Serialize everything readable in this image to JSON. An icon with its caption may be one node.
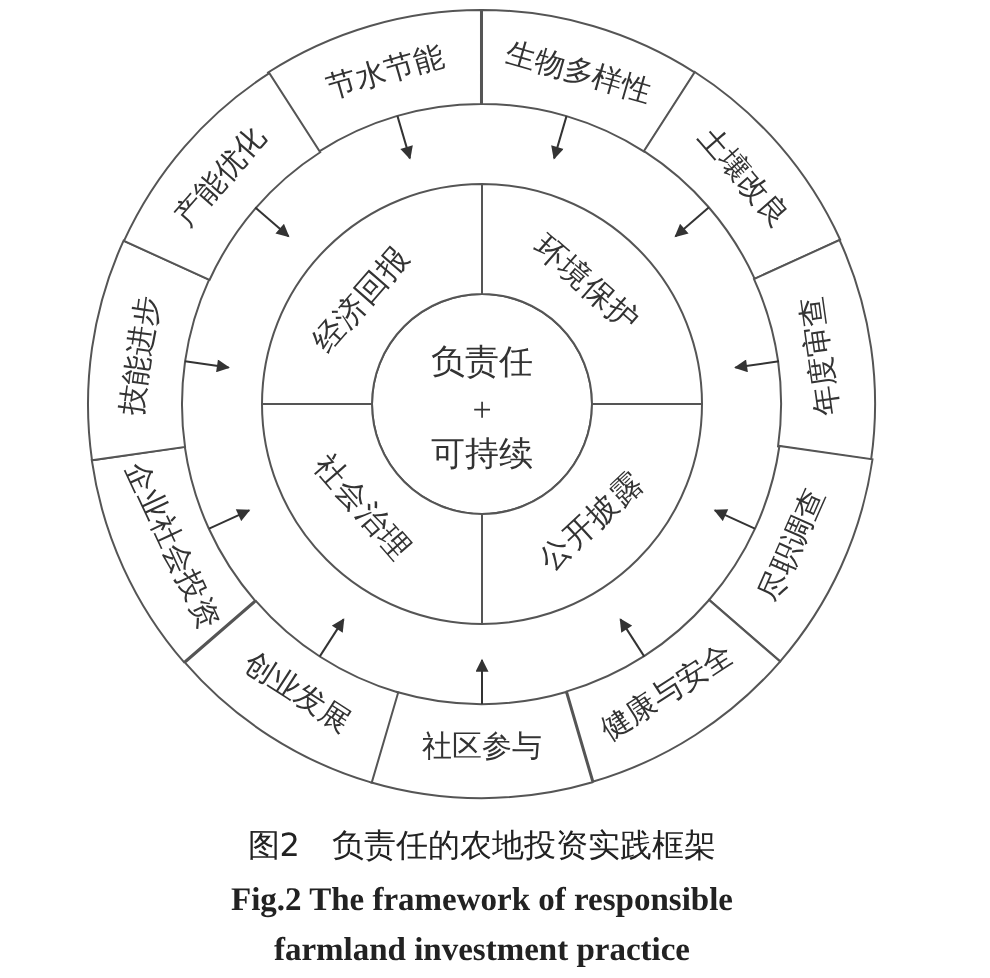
{
  "diagram": {
    "caption": "图2 负责任的农地投资实践框架",
    "nodes": [
      {
        "text": [
          "负责任",
          "+",
          "可持续"
        ]
      },
      {
        "text": [
          "经济回报"
        ]
      },
      {
        "text": [
          "环境保护"
        ]
      },
      {
        "text": [
          "社会治理"
        ]
      },
      {
        "text": [
          "公开披露"
        ]
      },
      {
        "text": [
          "节水节能"
        ]
      },
      {
        "text": [
          "生物多样性"
        ]
      },
      {
        "text": [
          "土壤改良"
        ]
      },
      {
        "text": [
          "年度审查"
        ]
      },
      {
        "text": [
          "尽职调查"
        ]
      },
      {
        "text": [
          "健康与安全"
        ]
      },
      {
        "text": [
          "社区参与"
        ]
      },
      {
        "text": [
          "创业发展"
        ]
      },
      {
        "text": [
          "企业社会投资"
        ]
      },
      {
        "text": [
          "技能进步"
        ]
      },
      {
        "text": [
          "产能优化"
        ]
      }
    ],
    "edges": [
      {
        "from": 5,
        "to": 1,
        "arrow": "to"
      },
      {
        "from": 6,
        "to": 2,
        "arrow": "to"
      },
      {
        "from": 7,
        "to": 2,
        "arrow": "to"
      },
      {
        "from": 8,
        "to": 2,
        "arrow": "to"
      },
      {
        "from": 9,
        "to": 4,
        "arrow": "to"
      },
      {
        "from": 10,
        "to": 4,
        "arrow": "to"
      },
      {
        "from": 11,
        "to": 3,
        "arrow": "to"
      },
      {
        "from": 12,
        "to": 3,
        "arrow": "to"
      },
      {
        "from": 13,
        "to": 3,
        "arrow": "to"
      },
      {
        "from": 14,
        "to": 1,
        "arrow": "to"
      },
      {
        "from": 15,
        "to": 1,
        "arrow": "to"
      }
    ],
    "labels": [
      "Fig.2 The framework of responsible farmland investment practice"
    ]
  }
}
